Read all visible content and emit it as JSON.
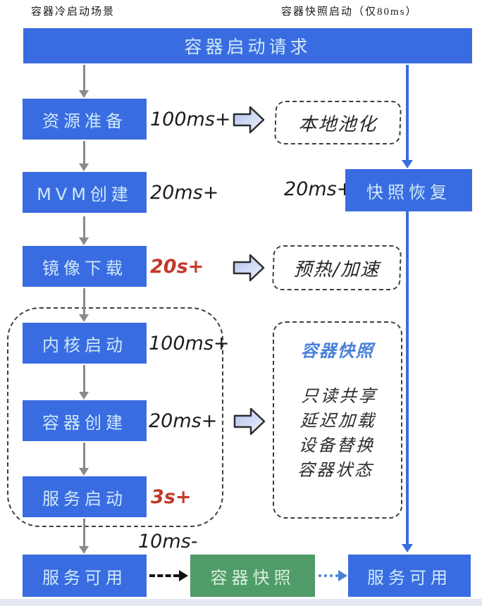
{
  "header": {
    "left_label": "容器冷启动场景",
    "right_label": "容器快照启动（仅80ms）"
  },
  "top_bar": {
    "label": "容器启动请求"
  },
  "cold_path": {
    "steps": [
      {
        "label": "资源准备",
        "time": "100ms+"
      },
      {
        "label": "MVM创建",
        "time": "20ms+"
      },
      {
        "label": "镜像下载",
        "time": "20s+"
      },
      {
        "label": "内核启动",
        "time": "100ms+"
      },
      {
        "label": "容器创建",
        "time": "20ms+"
      },
      {
        "label": "服务启动",
        "time": "3s+"
      },
      {
        "label": "服务可用"
      }
    ]
  },
  "snapshot_path": {
    "restore_time": "20ms+",
    "restore_label": "快照恢复",
    "final_label": "服务可用"
  },
  "optimizations": {
    "local_pool": "本地池化",
    "preheat": "预热/加速",
    "snapshot_panel": {
      "title": "容器快照",
      "items": [
        "只读共享",
        "延迟加载",
        "设备替换",
        "容器状态"
      ]
    }
  },
  "bottom": {
    "snapshot_box": "容器快照",
    "transition_time": "10ms-"
  },
  "colors": {
    "box_blue": "#3a6ce1",
    "box_green": "#4f9c68",
    "time_red": "#c13a2c",
    "panel_title_blue": "#4a80d9",
    "connector_gray": "#8a8a8a"
  }
}
